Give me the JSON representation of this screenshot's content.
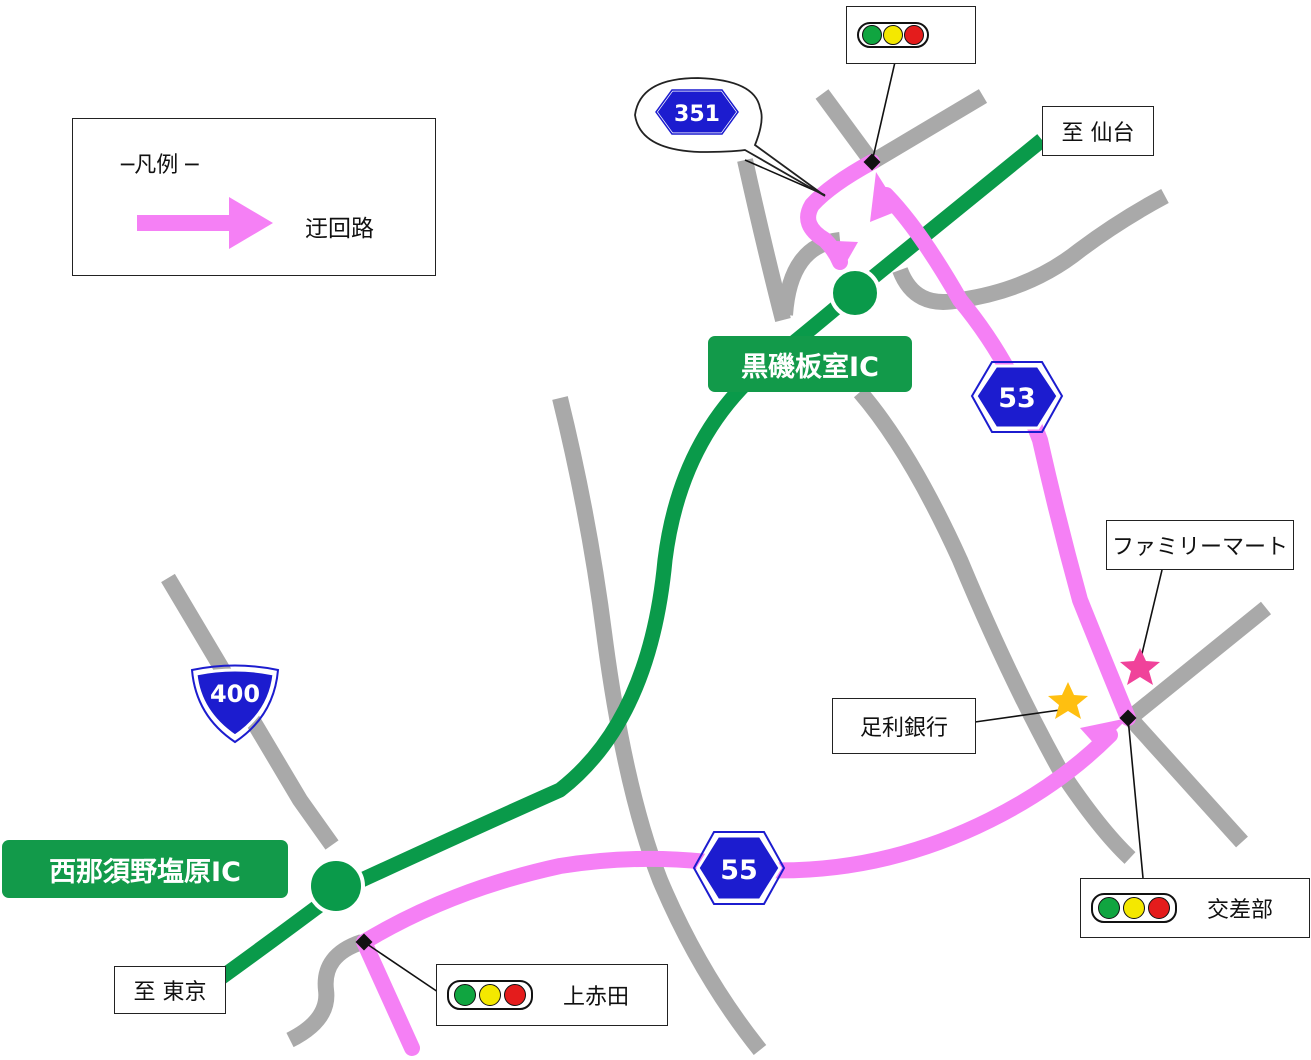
{
  "legend": {
    "title": "─凡例 ─",
    "route_label": "迂回路"
  },
  "interchanges": {
    "kuroiso": "黒磯板室IC",
    "nishinasu": "西那須野塩原IC"
  },
  "destinations": {
    "sendai": "至 仙台",
    "tokyo": "至 東京"
  },
  "landmarks": {
    "familymart": "ファミリーマート",
    "ashikaga_bank": "足利銀行"
  },
  "signals": {
    "top": "",
    "junction": "交差部",
    "kamiakada": "上赤田"
  },
  "route_shields": {
    "r351": "351",
    "r53": "53",
    "r55": "55",
    "r400": "400"
  },
  "colors": {
    "expressway": "#0a9a4a",
    "detour": "#f580f5",
    "road": "#a9a9a9",
    "shield_blue": "#1c1ccf",
    "lamp_green": "#10a540",
    "lamp_yellow": "#f4e800",
    "lamp_red": "#e41c1c",
    "star_pink": "#f0429a",
    "star_gold": "#ffbf10"
  },
  "icons": [
    "traffic-signal-icon",
    "route-shield-icon",
    "star-icon",
    "interchange-icon",
    "arrow-icon"
  ]
}
